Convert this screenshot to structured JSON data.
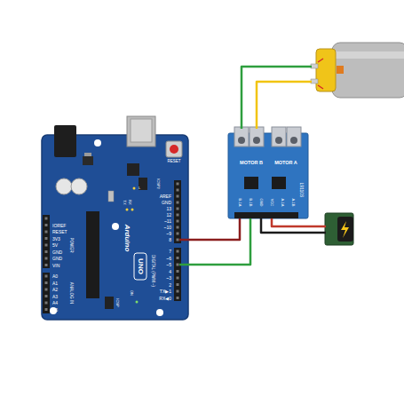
{
  "diagram": {
    "labels": [
      "RESET",
      "ICSP2",
      "AREF",
      "GND",
      "13",
      "12",
      "~11",
      "~10",
      "~9",
      "8",
      "7",
      "~6",
      "~5",
      "4",
      "~3",
      "2",
      "TX▶1",
      "RX◀0",
      "DIGITAL (PWM ~)",
      "Arduino",
      "UNO",
      "ON",
      "ICSP",
      "TX",
      "RX",
      "L",
      "IOREF",
      "RESET",
      "3V3",
      "5V",
      "GND",
      "GND",
      "VIN",
      "POWER",
      "A0",
      "A1",
      "A2",
      "A3",
      "A4",
      "A5",
      "ANALOG IN",
      "MOTOR B",
      "MOTOR A",
      "L9110S",
      "B-1A",
      "B-1B",
      "GND",
      "VCC",
      "A-1A",
      "A-1B"
    ]
  }
}
